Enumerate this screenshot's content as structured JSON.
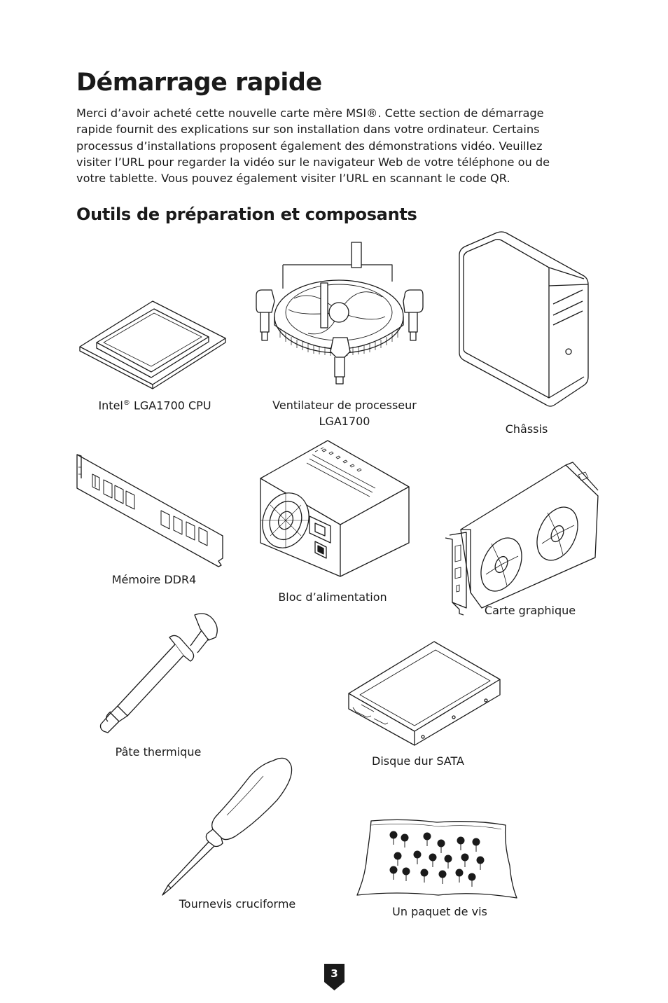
{
  "page": {
    "title": "Démarrage rapide",
    "intro_lines": [
      "Merci d’avoir acheté cette nouvelle carte mère MSI®. Cette section de démarrage",
      "rapide fournit des explications sur son installation dans votre ordinateur. Certains",
      "processus d’installations proposent également des démonstrations vidéo. Veuillez",
      "visiter l’URL pour regarder la vidéo sur le navigateur Web de votre téléphone ou de",
      "votre tablette. Vous pouvez également visiter l’URL en scannant le code QR."
    ],
    "section_title": "Outils de préparation et composants",
    "page_number": "3"
  },
  "components": {
    "cpu": {
      "label_prefix": "Intel",
      "label_suffix": " LGA1700 CPU",
      "icon": "cpu-illustration"
    },
    "cooler": {
      "label_line1": "Ventilateur de processeur",
      "label_line2": "LGA1700",
      "icon": "cpu-fan-illustration"
    },
    "chassis": {
      "label": "Châssis",
      "icon": "pc-case-illustration"
    },
    "memory": {
      "label": "Mémoire DDR4",
      "icon": "ram-stick-illustration"
    },
    "psu": {
      "label": "Bloc d’alimentation",
      "icon": "power-supply-illustration"
    },
    "gpu": {
      "label": "Carte graphique",
      "icon": "graphics-card-illustration"
    },
    "paste": {
      "label": "Pâte thermique",
      "icon": "thermal-paste-syringe-illustration"
    },
    "hdd": {
      "label": "Disque dur SATA",
      "icon": "hard-drive-illustration"
    },
    "screwdriver": {
      "label": "Tournevis cruciforme",
      "icon": "screwdriver-illustration"
    },
    "screws": {
      "label": "Un paquet de vis",
      "icon": "screw-bag-illustration"
    }
  }
}
